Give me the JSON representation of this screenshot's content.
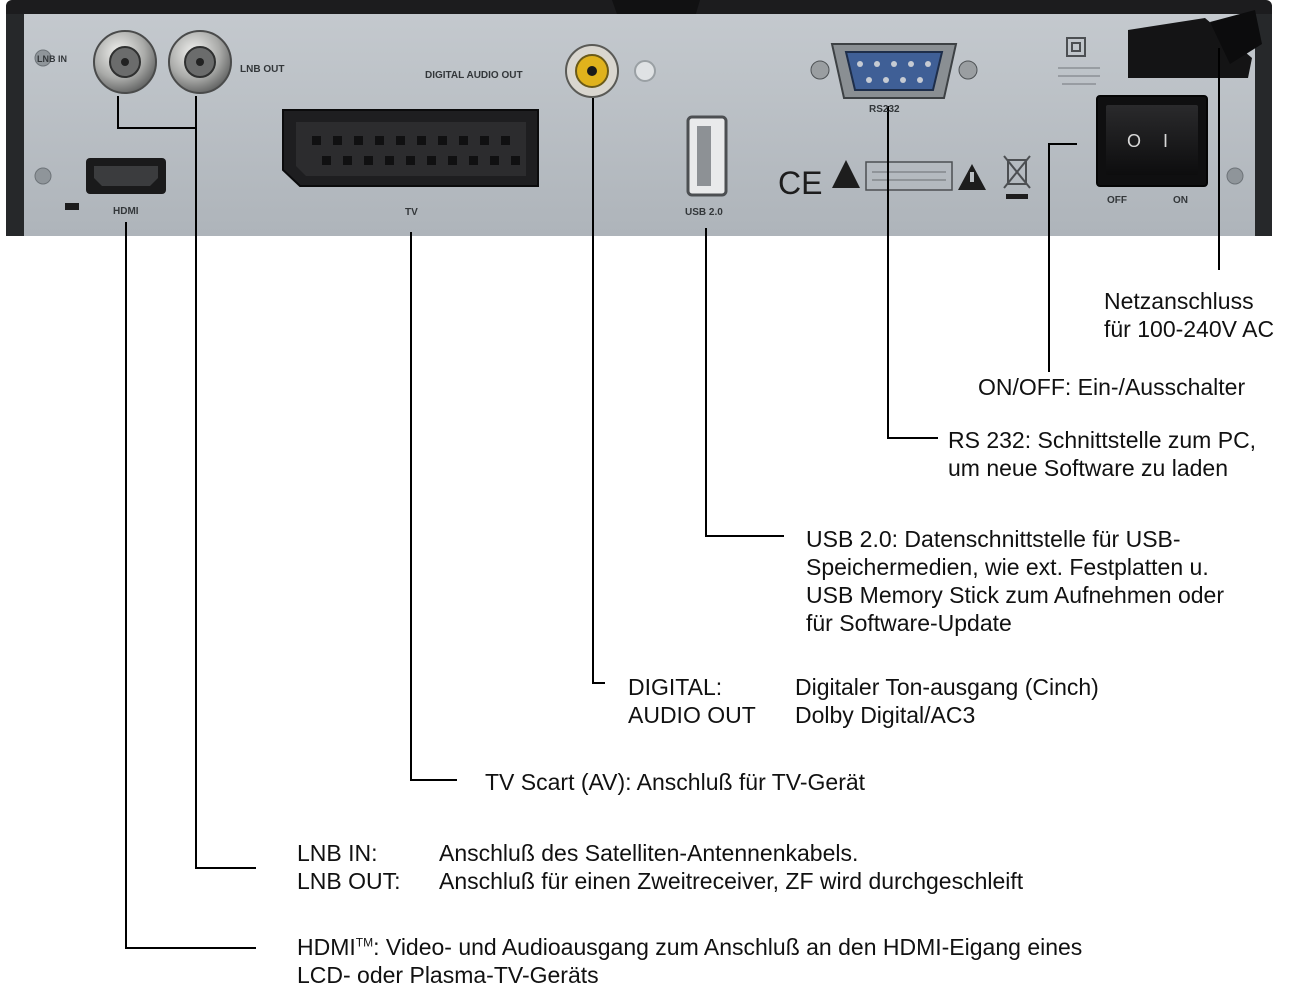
{
  "colors": {
    "panel": "#b9bec3",
    "panel_shade": "#a7adb3",
    "frame": "#1c1c1e",
    "line": "#000000",
    "text": "#111111"
  },
  "device_labels": {
    "lnb_in": "LNB IN",
    "lnb_out": "LNB OUT",
    "digital_audio_out": "DIGITAL AUDIO OUT",
    "rs232": "RS232",
    "hdmi": "HDMI",
    "tv": "TV",
    "usb": "USB 2.0",
    "off": "OFF",
    "on": "ON",
    "switch_zero": "O",
    "switch_one": "I",
    "ce_mark": "CE"
  },
  "callouts": {
    "power": {
      "line1": "Netzanschluss",
      "line2": "für 100-240V AC"
    },
    "switch": {
      "text": "ON/OFF: Ein-/Ausschalter"
    },
    "rs232": {
      "line1": "RS 232: Schnittstelle zum PC,",
      "line2": "um neue Software zu laden"
    },
    "usb": {
      "line1": "USB 2.0: Datenschnittstelle für USB-",
      "line2": "Speichermedien, wie ext. Festplatten u.",
      "line3": "USB Memory Stick zum Aufnehmen oder",
      "line4": "für Software-Update"
    },
    "digital": {
      "term1": "DIGITAL:",
      "term2": "AUDIO OUT",
      "desc1": "Digitaler Ton-ausgang (Cinch)",
      "desc2": "Dolby Digital/AC3"
    },
    "scart": {
      "text": "TV Scart (AV): Anschluß für TV-Gerät"
    },
    "lnb": {
      "term1": "LNB IN:",
      "term2": "LNB OUT:",
      "desc1": "Anschluß des Satelliten-Antennenkabels.",
      "desc2": "Anschluß für einen Zweitreceiver, ZF wird durchgeschleift"
    },
    "hdmi": {
      "term": "HDMI",
      "tm": "TM",
      "desc1": ": Video- und Audioausgang zum Anschluß an den HDMI-Eigang eines",
      "line2": "LCD- oder Plasma-TV-Geräts"
    }
  }
}
